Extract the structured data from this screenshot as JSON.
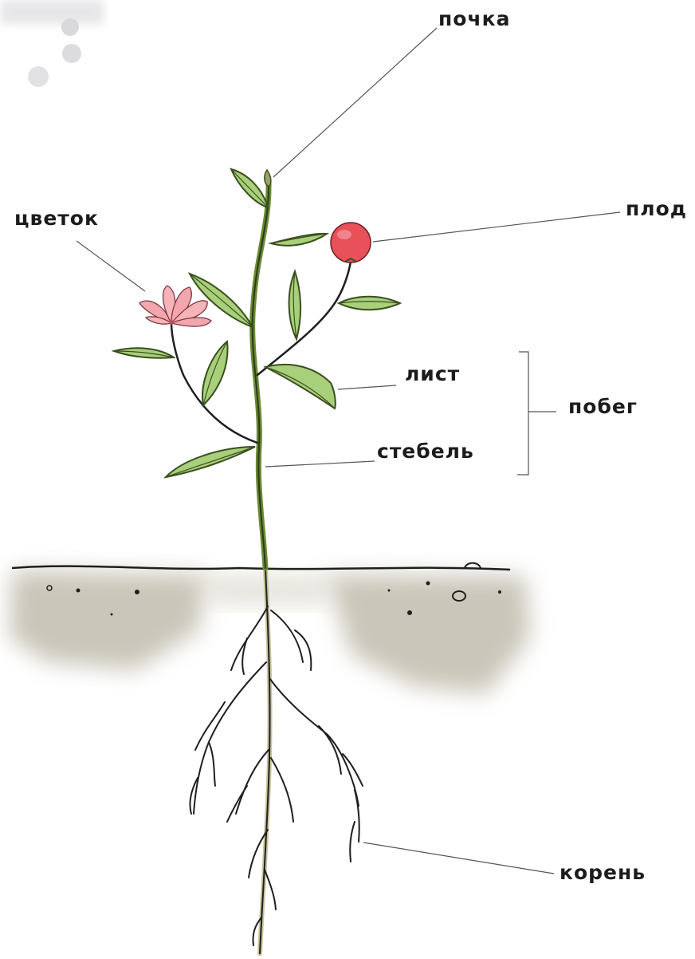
{
  "diagram": {
    "labels": {
      "bud": "почка",
      "flower": "цветок",
      "fruit": "плод",
      "leaf": "лист",
      "shoot": "побег",
      "stem": "стебель",
      "root": "корень"
    }
  },
  "colors": {
    "stem": "#5f7f2f",
    "leaf_fill": "#a8d07a",
    "leaf_outline": "#3b4f1f",
    "flower_fill": "#f3a6ad",
    "fruit_fill": "#e8505a",
    "soil": "#b3ad9c",
    "root_outline": "#1f1f1f",
    "ink": "#1c1c1c"
  }
}
